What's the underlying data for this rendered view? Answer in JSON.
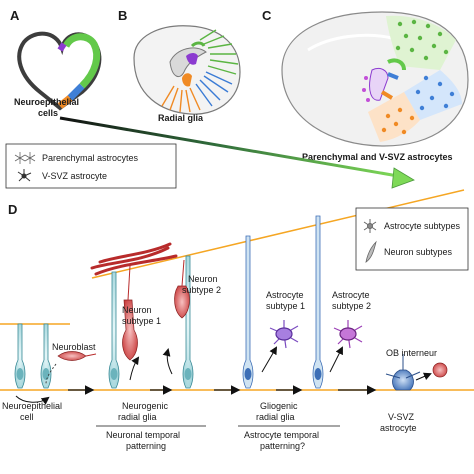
{
  "panels": {
    "a": {
      "letter": "A",
      "caption_line1": "Neuroepithelial",
      "caption_line2": "cells"
    },
    "b": {
      "letter": "B",
      "caption": "Radial glia"
    },
    "c": {
      "letter": "C",
      "caption": "Parenchymal and V-SVZ astrocytes"
    },
    "d": {
      "letter": "D"
    }
  },
  "legend_top": {
    "parenchymal": "Parenchymal astrocytes",
    "vsvz": "V-SVZ astrocyte"
  },
  "legend_d": {
    "astro": "Astrocyte subtypes",
    "neuron": "Neuron subtypes"
  },
  "cells": {
    "neuroblast": "Neuroblast",
    "neuron1_l1": "Neuron",
    "neuron1_l2": "subtype 1",
    "neuron2_l1": "Neuron",
    "neuron2_l2": "subtype 2",
    "astro1_l1": "Astrocyte",
    "astro1_l2": "subtype 1",
    "astro2_l1": "Astrocyte",
    "astro2_l2": "subtype 2",
    "ob": "OB interneur"
  },
  "bottom": {
    "ne_l1": "Neuroepithelial",
    "ne_l2": "cell",
    "neurogenic_l1": "Neurogenic",
    "neurogenic_l2": "radial glia",
    "neuronal_l1": "Neuronal temporal",
    "neuronal_l2": "patterning",
    "gliogenic_l1": "Gliogenic",
    "gliogenic_l2": "radial glia",
    "astro_tp_l1": "Astrocyte temporal",
    "astro_tp_l2": "patterning?",
    "vsvz_l1": "V-SVZ",
    "vsvz_l2": "astrocyte"
  },
  "colors": {
    "orange": "#f5a623",
    "green_arrow": "#7ed957",
    "cyan": "#bfe6ea",
    "neuron_red": "#d84a4a",
    "astro_purple": "#8a4fc9",
    "blue_radial": "#3e6fb6"
  }
}
